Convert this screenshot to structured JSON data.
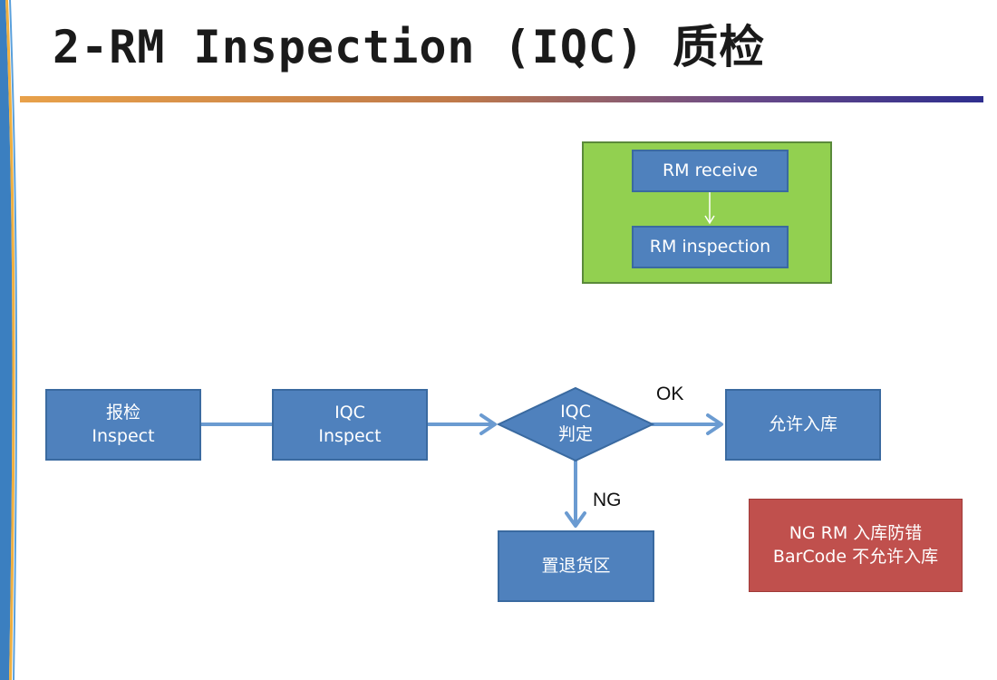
{
  "title": "2-RM Inspection (IQC) 质检",
  "green_panel": {
    "step1": "RM  receive",
    "step2": "RM inspection"
  },
  "flow": {
    "inspect": "报检\nInspect",
    "iqc_inspect": "IQC\nInspect",
    "decision": "IQC\n判定",
    "accept": "允许入库",
    "reject": "置退货区",
    "ok_label": "OK",
    "ng_label": "NG"
  },
  "note": "NG RM  入库防错 BarCode  不允许入库",
  "colors": {
    "box_fill": "#4f81bd",
    "panel_fill": "#92d050",
    "note_fill": "#c0504d",
    "arrow": "#6b9bd1"
  }
}
